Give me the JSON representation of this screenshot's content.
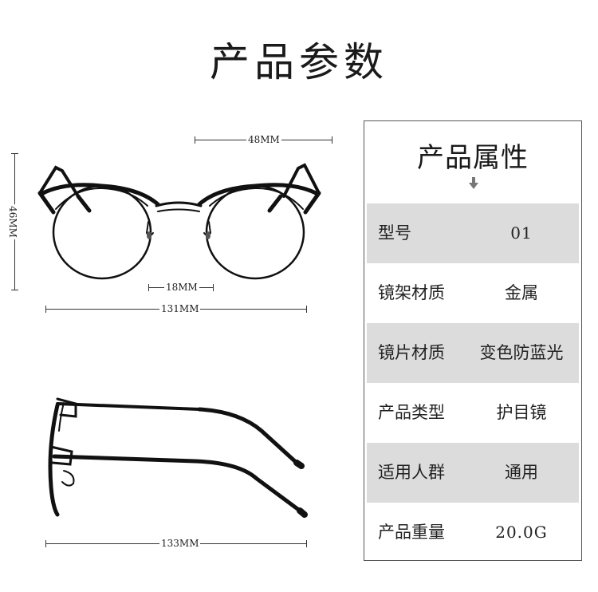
{
  "page": {
    "title": "产品参数"
  },
  "dimensions": {
    "lens_width": "48MM",
    "lens_height": "46MM",
    "bridge": "18MM",
    "frame_width": "131MM",
    "temple_length": "133MM"
  },
  "attributes": {
    "title": "产品属性",
    "rows": [
      {
        "label": "型号",
        "value": "01"
      },
      {
        "label": "镜架材质",
        "value": "金属"
      },
      {
        "label": "镜片材质",
        "value": "变色防蓝光"
      },
      {
        "label": "产品类型",
        "value": "护目镜"
      },
      {
        "label": "适用人群",
        "value": "通用"
      },
      {
        "label": "产品重量",
        "value": "20.0G"
      }
    ]
  },
  "colors": {
    "frame": "#111111",
    "row_shade": "#dcdcdc",
    "border": "#555555"
  }
}
